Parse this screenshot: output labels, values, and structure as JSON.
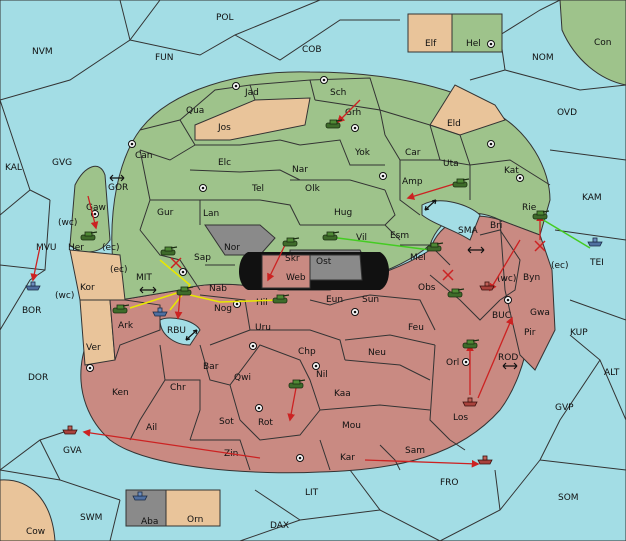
{
  "colors": {
    "sea": "#a3dde5",
    "green_power": "#9ec38b",
    "tan_power": "#e9c49a",
    "red_power": "#c98a82",
    "neutral": "#8a8a8a",
    "move_arrow": "#cc2222",
    "support_yellow": "#e8e800",
    "support_green": "#44cc22"
  },
  "provinces": {
    "pol": "POL",
    "nvm": "NVM",
    "fun": "FUN",
    "cob": "COB",
    "nom": "NOM",
    "con": "Con",
    "elf": "Elf",
    "hel": "Hel",
    "ovd": "OVD",
    "kal": "KAL",
    "gvg": "GVG",
    "gor": "GOR",
    "kam": "KAM",
    "jad": "Jad",
    "sch": "Sch",
    "qua": "Qua",
    "grh": "Grh",
    "jos": "Jos",
    "eld": "Eld",
    "can": "Can",
    "yok": "Yok",
    "car": "Car",
    "uta": "Uta",
    "kat": "Kat",
    "elc": "Elc",
    "nar": "Nar",
    "tel": "Tel",
    "olk": "Olk",
    "amp": "Amp",
    "gaw": "Gaw",
    "gur": "Gur",
    "lan": "Lan",
    "hug": "Hug",
    "rie": "Rie",
    "sma": "SMA",
    "bri": "Bri",
    "mvu": "MVU",
    "her": "Her",
    "nor": "Nor",
    "skr": "Skr",
    "vil": "Vil",
    "esm": "Esm",
    "tei": "TEI",
    "sap": "Sap",
    "web": "Web",
    "ost": "Ost",
    "mel": "Mel",
    "byn": "Byn",
    "mit": "MIT",
    "kor": "Kor",
    "nab": "Nab",
    "eun": "Eun",
    "sun": "Sun",
    "obs": "Obs",
    "bor": "BOR",
    "hil": "Hil",
    "nog": "Nog",
    "gwa": "Gwa",
    "buc": "BUC",
    "kup": "KUP",
    "ark": "Ark",
    "rbu": "RBU",
    "uru": "Uru",
    "feu": "Feu",
    "pir": "Pir",
    "ver": "Ver",
    "chp": "Chp",
    "neu": "Neu",
    "orl": "Orl",
    "rod": "ROD",
    "alt": "ALT",
    "dor": "DOR",
    "bar": "Bar",
    "qwi": "Qwi",
    "nil": "Nil",
    "ken": "Ken",
    "chr": "Chr",
    "kaa": "Kaa",
    "gvp": "GVP",
    "los": "Los",
    "sot": "Sot",
    "rot": "Rot",
    "ail": "Ail",
    "mou": "Mou",
    "gva": "GVA",
    "zin": "Zin",
    "sam": "Sam",
    "kar": "Kar",
    "fro": "FRO",
    "lit": "LIT",
    "som": "SOM",
    "swm": "SWM",
    "aba": "Aba",
    "orn": "Orn",
    "dax": "DAX",
    "cow": "Cow"
  },
  "coasts": {
    "her_wc": "(wc)",
    "her_ec": "(ec)",
    "kor_ec": "(ec)",
    "kor_wc": "(wc)",
    "byn_wc": "(wc)",
    "byn_ec": "(ec)"
  },
  "units": {
    "army": "army-icon",
    "fleet": "fleet-icon"
  }
}
